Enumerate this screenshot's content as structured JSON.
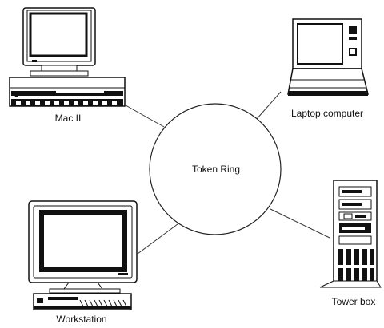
{
  "diagram": {
    "ring_label": "Token Ring",
    "nodes": {
      "mac": {
        "label": "Mac II",
        "icon": "mac-ii-computer-icon"
      },
      "laptop": {
        "label": "Laptop computer",
        "icon": "laptop-computer-icon"
      },
      "workstation": {
        "label": "Workstation",
        "icon": "workstation-computer-icon"
      },
      "tower": {
        "label": "Tower box",
        "icon": "tower-box-computer-icon"
      }
    }
  }
}
